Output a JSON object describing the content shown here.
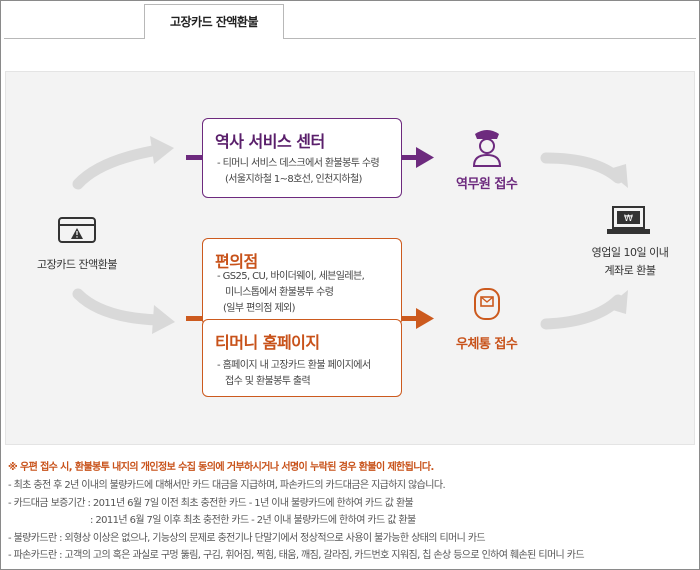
{
  "tab": {
    "label": "고장카드 잔액환불"
  },
  "diagram": {
    "start_label": "고장카드 잔액환불",
    "station": {
      "title": "역사 서비스 센터",
      "lines": [
        "- 티머니 서비스 데스크에서 환불봉투 수령",
        "(서울지하철 1~8호선, 인천지하철)"
      ]
    },
    "convenience": {
      "title": "편의점",
      "lines": [
        "- GS25, CU, 바이더웨이, 세븐일레븐,",
        "미니스톱에서 환불봉투 수령",
        "(일부 편의점 제외)"
      ]
    },
    "homepage": {
      "title": "티머니 홈페이지",
      "lines": [
        "- 홈페이지 내 고장카드 환불 페이지에서",
        "접수 및 환불봉투 출력"
      ]
    },
    "station_receipt": "역무원 접수",
    "postal_receipt": "우체통 접수",
    "result_lines": [
      "영업일 10일 이내",
      "계좌로 환불"
    ],
    "colors": {
      "purple": "#6d2a7e",
      "orange": "#cc5a1e",
      "arrow_gray": "#d9d9d9"
    }
  },
  "notes": {
    "warning": "※ 우편 접수 시, 환불봉투 내지의 개인정보 수집 동의에 거부하시거나 서명이 누락된 경우 환불이 제한됩니다.",
    "rows": [
      "- 최초 충전 후 2년 이내의 불량카드에 대해서만 카드 대금을 지급하며, 파손카드의 카드대금은 지급하지 않습니다.",
      "- 카드대금 보증기간 : 2011년 6월 7일 이전 최초 충전한 카드 - 1년 이내 불량카드에 한하여 카드 값 환불",
      ": 2011년 6월 7일 이후 최초 충전한 카드 - 2년 이내 불량카드에 한하여 카드 값 환불",
      "- 불량카드란 : 외형상 이상은 없으나, 기능상의 문제로 충전기나 단말기에서 정상적으로 사용이 불가능한 상태의 티머니 카드",
      "- 파손카드란 : 고객의 고의 혹은 과실로 구멍 뚫림, 구김, 휘어짐, 찍힘, 태움, 깨짐, 갈라짐, 카드번호 지워짐, 칩 손상 등으로 인하여 훼손된 티머니 카드"
    ]
  }
}
